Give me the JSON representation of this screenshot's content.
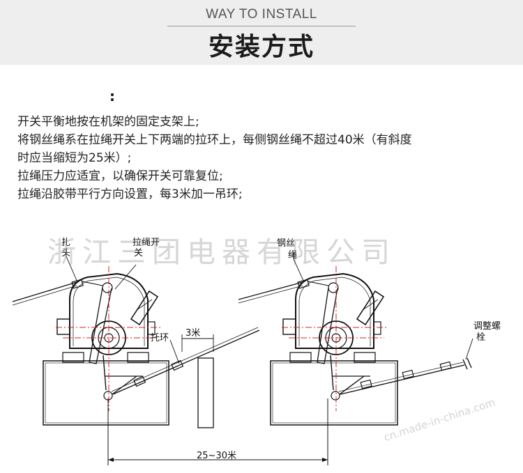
{
  "header": {
    "subtitle_en": "WAY TO INSTALL",
    "title_zh": "安装方式"
  },
  "intro_marker": ":",
  "steps": [
    "开关平衡地按在机架的固定支架上;",
    "将钢丝绳系在拉绳开关上下两端的拉环上，每侧钢丝绳不超过40米（有斜度",
    "时应当缩短为25米）;",
    "拉绳压力应适宜，以确保开关可靠复位;",
    "拉绳沿胶带平行方向设置，每3米加一吊环;"
  ],
  "watermark": "浙江三团电器有限公司",
  "watermark_small": "cn.made-in-china.com",
  "diagram_left": {
    "label_clamp_a": "扎",
    "label_clamp_b": "头",
    "label_switch_a": "拉绳开",
    "label_switch_b": "关",
    "label_ring": "托环",
    "label_spacing": "3米",
    "label_distance": "25~30米"
  },
  "diagram_right": {
    "label_rope_a": "钢丝",
    "label_rope_b": "绳",
    "label_bolt_a": "调整螺",
    "label_bolt_b": "栓"
  },
  "colors": {
    "header_bg": "#eeeeee",
    "centerline": "#d42020",
    "line": "#111111"
  }
}
